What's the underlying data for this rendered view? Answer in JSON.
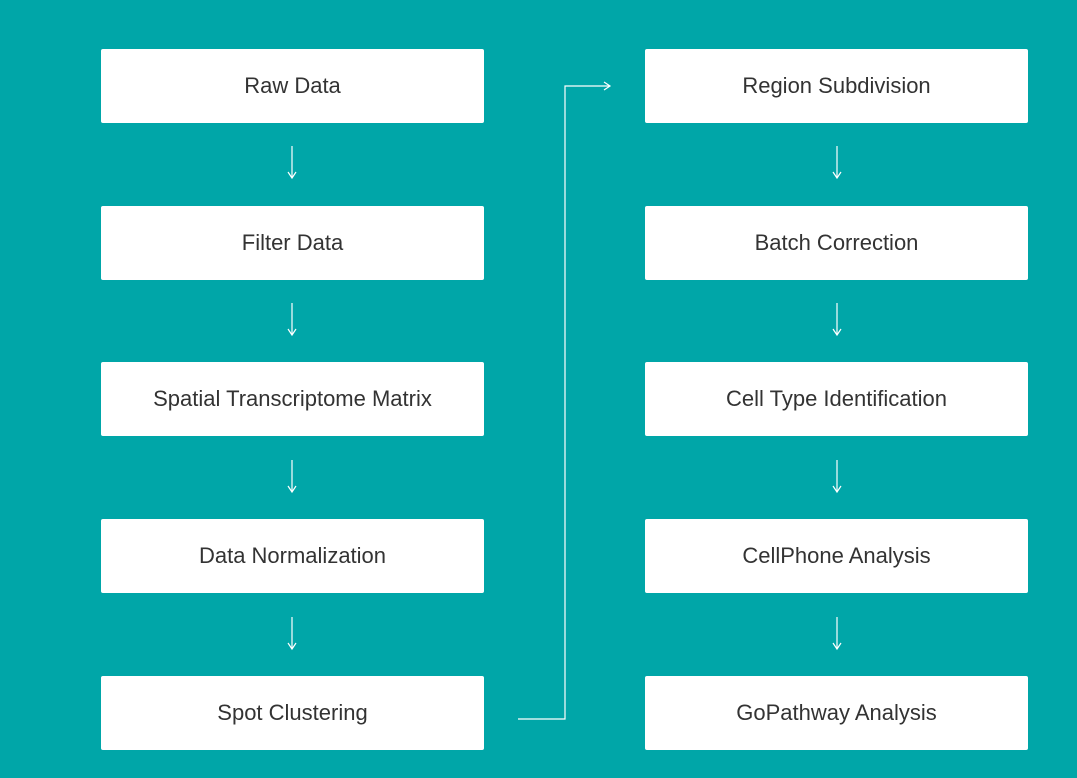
{
  "colors": {
    "background": "#00a6a8",
    "box": "#ffffff",
    "text": "#333333",
    "line": "#ffffff"
  },
  "left_column": [
    {
      "label": "Raw Data"
    },
    {
      "label": "Filter Data"
    },
    {
      "label": "Spatial Transcriptome Matrix"
    },
    {
      "label": "Data Normalization"
    },
    {
      "label": "Spot Clustering"
    }
  ],
  "right_column": [
    {
      "label": "Region Subdivision"
    },
    {
      "label": "Batch Correction"
    },
    {
      "label": "Cell Type Identification"
    },
    {
      "label": "CellPhone Analysis"
    },
    {
      "label": "GoPathway Analysis"
    }
  ]
}
